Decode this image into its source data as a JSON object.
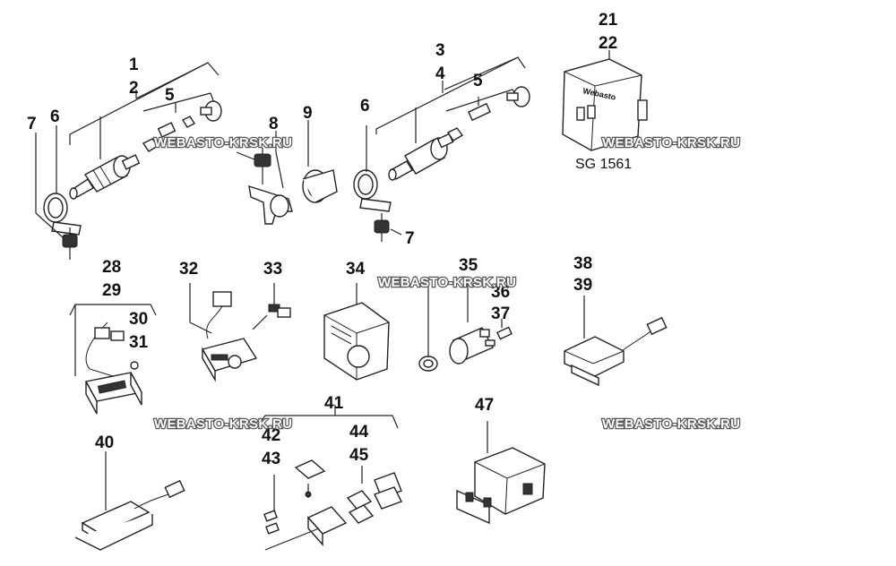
{
  "parts": [
    {
      "id": "p1",
      "label": "1"
    },
    {
      "id": "p2",
      "label": "2"
    },
    {
      "id": "p3",
      "label": "3"
    },
    {
      "id": "p4",
      "label": "4"
    },
    {
      "id": "p5a",
      "label": "5"
    },
    {
      "id": "p5b",
      "label": "5"
    },
    {
      "id": "p6a",
      "label": "6"
    },
    {
      "id": "p6b",
      "label": "6"
    },
    {
      "id": "p7a",
      "label": "7"
    },
    {
      "id": "p7b",
      "label": "7"
    },
    {
      "id": "p8",
      "label": "8"
    },
    {
      "id": "p9",
      "label": "9"
    },
    {
      "id": "p21",
      "label": "21"
    },
    {
      "id": "p22",
      "label": "22"
    },
    {
      "id": "p28",
      "label": "28"
    },
    {
      "id": "p29",
      "label": "29"
    },
    {
      "id": "p30",
      "label": "30"
    },
    {
      "id": "p31",
      "label": "31"
    },
    {
      "id": "p32",
      "label": "32"
    },
    {
      "id": "p33",
      "label": "33"
    },
    {
      "id": "p34",
      "label": "34"
    },
    {
      "id": "p35",
      "label": "35"
    },
    {
      "id": "p36",
      "label": "36"
    },
    {
      "id": "p37",
      "label": "37"
    },
    {
      "id": "p38",
      "label": "38"
    },
    {
      "id": "p39",
      "label": "39"
    },
    {
      "id": "p40",
      "label": "40"
    },
    {
      "id": "p41",
      "label": "41"
    },
    {
      "id": "p42",
      "label": "42"
    },
    {
      "id": "p43",
      "label": "43"
    },
    {
      "id": "p44",
      "label": "44"
    },
    {
      "id": "p45",
      "label": "45"
    },
    {
      "id": "p47",
      "label": "47"
    }
  ],
  "control_unit_label": "SG 1561",
  "control_unit_brand": "Webasto",
  "watermark": "WEBASTO-KRSK.RU"
}
